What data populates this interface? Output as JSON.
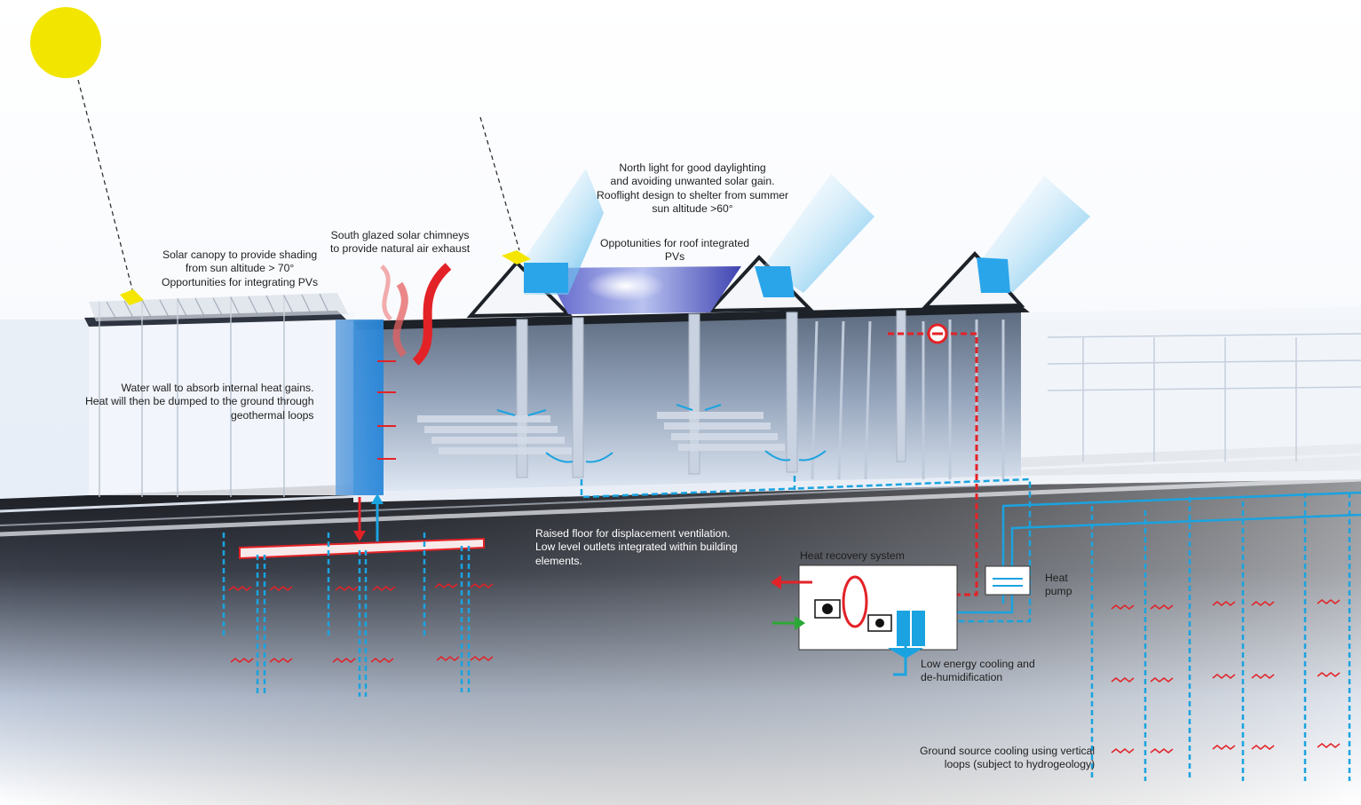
{
  "labels": {
    "north_light": [
      "North light for good daylighting",
      "and avoiding unwanted solar gain.",
      "Rooflight design to shelter from summer",
      "sun altitude >60°"
    ],
    "solar_chimneys": [
      "South glazed solar chimneys",
      "to provide natural air exhaust"
    ],
    "roof_pvs": [
      "Oppotunities for roof integrated",
      "PVs"
    ],
    "solar_canopy": [
      "Solar canopy to provide shading",
      "from sun altitude > 70°",
      "Opportunities for integrating PVs"
    ],
    "water_wall": [
      "Water wall to absorb internal heat gains.",
      "Heat will then be dumped to the ground through",
      "geothermal loops"
    ],
    "raised_floor": [
      "Raised floor for displacement ventilation.",
      "Low level outlets integrated within building",
      "elements."
    ],
    "heat_recovery": [
      "Heat recovery system"
    ],
    "heat_pump": [
      "Heat",
      "pump"
    ],
    "low_energy_cooling": [
      "Low energy cooling and",
      "de-humidification"
    ],
    "ground_source": [
      "Ground source cooling using vertical",
      "loops (subject to hydrogeology)"
    ]
  },
  "colors": {
    "sun": "#f2e600",
    "supply": "#1aa3e0",
    "return": "#e32227",
    "fresh_air": "#2aa836",
    "canopy_marker": "#f4e600"
  }
}
